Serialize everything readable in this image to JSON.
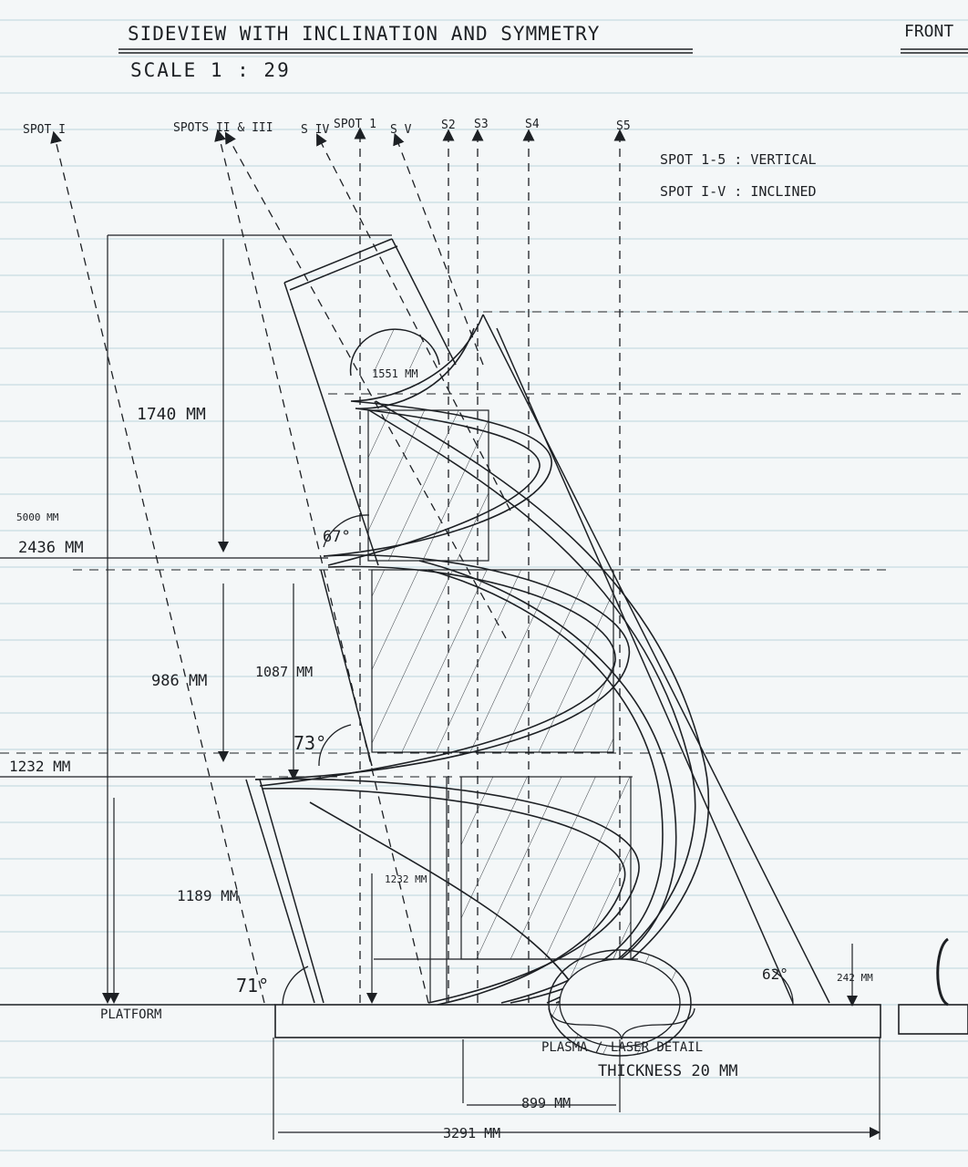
{
  "title": "SIDEVIEW WITH INCLINATION AND SYMMETRY",
  "scale": "SCALE 1 : 29",
  "front_label": "FRONT",
  "spots": {
    "spot_I": "SPOT I",
    "spots_II_III": "SPOTS II & III",
    "s_IV": "S IV",
    "spot_1": "SPOT 1",
    "s_V": "S V",
    "s2": "S2",
    "s3": "S3",
    "s4": "S4",
    "s5": "S5"
  },
  "legend": {
    "vertical": "SPOT 1-5 : VERTICAL",
    "inclined": "SPOT I-V : INCLINED"
  },
  "dimensions": {
    "d1551": "1551 MM",
    "d1740": "1740 MM",
    "d5000": "5000 MM",
    "d2436": "2436 MM",
    "d1087": "1087 MM",
    "d986": "986 MM",
    "d1232": "1232 MM",
    "d1189": "1189 MM",
    "d1232b": "1232 MM",
    "d242": "242 MM",
    "d899": "899 MM",
    "d3291": "3291 MM"
  },
  "angles": {
    "a67": "67°",
    "a73": "73°",
    "a71": "71°",
    "a62": "62°"
  },
  "platform": "PLATFORM",
  "plasma": "PLASMA / LASER DETAIL",
  "thickness": "THICKNESS 20 MM"
}
